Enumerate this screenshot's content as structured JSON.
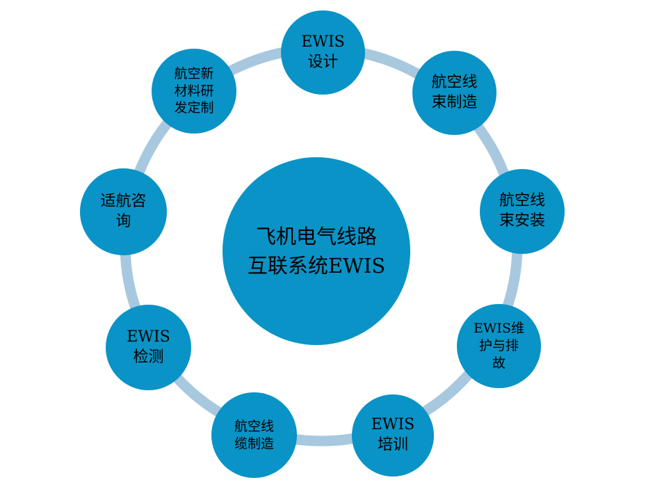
{
  "colors": {
    "node_fill": "#0a93c6",
    "ring": "#a8c8df",
    "text": "#000000",
    "background": "#ffffff"
  },
  "center": {
    "label": "飞机电气线路\n互联系统EWIS"
  },
  "nodes": [
    {
      "id": "ewis-design",
      "label": "EWIS\n设计"
    },
    {
      "id": "harness-manufacturing",
      "label": "航空线\n束制造"
    },
    {
      "id": "harness-installation",
      "label": "航空线\n束安装"
    },
    {
      "id": "ewis-maintenance",
      "label": "EWIS维\n护与排\n故"
    },
    {
      "id": "ewis-training",
      "label": "EWIS\n培训"
    },
    {
      "id": "cable-manufacturing",
      "label": "航空线\n缆制造"
    },
    {
      "id": "ewis-inspection",
      "label": "EWIS\n检测"
    },
    {
      "id": "airworthiness-consulting",
      "label": "适航咨\n询"
    },
    {
      "id": "material-rd",
      "label": "航空新\n材料研\n发定制"
    }
  ]
}
